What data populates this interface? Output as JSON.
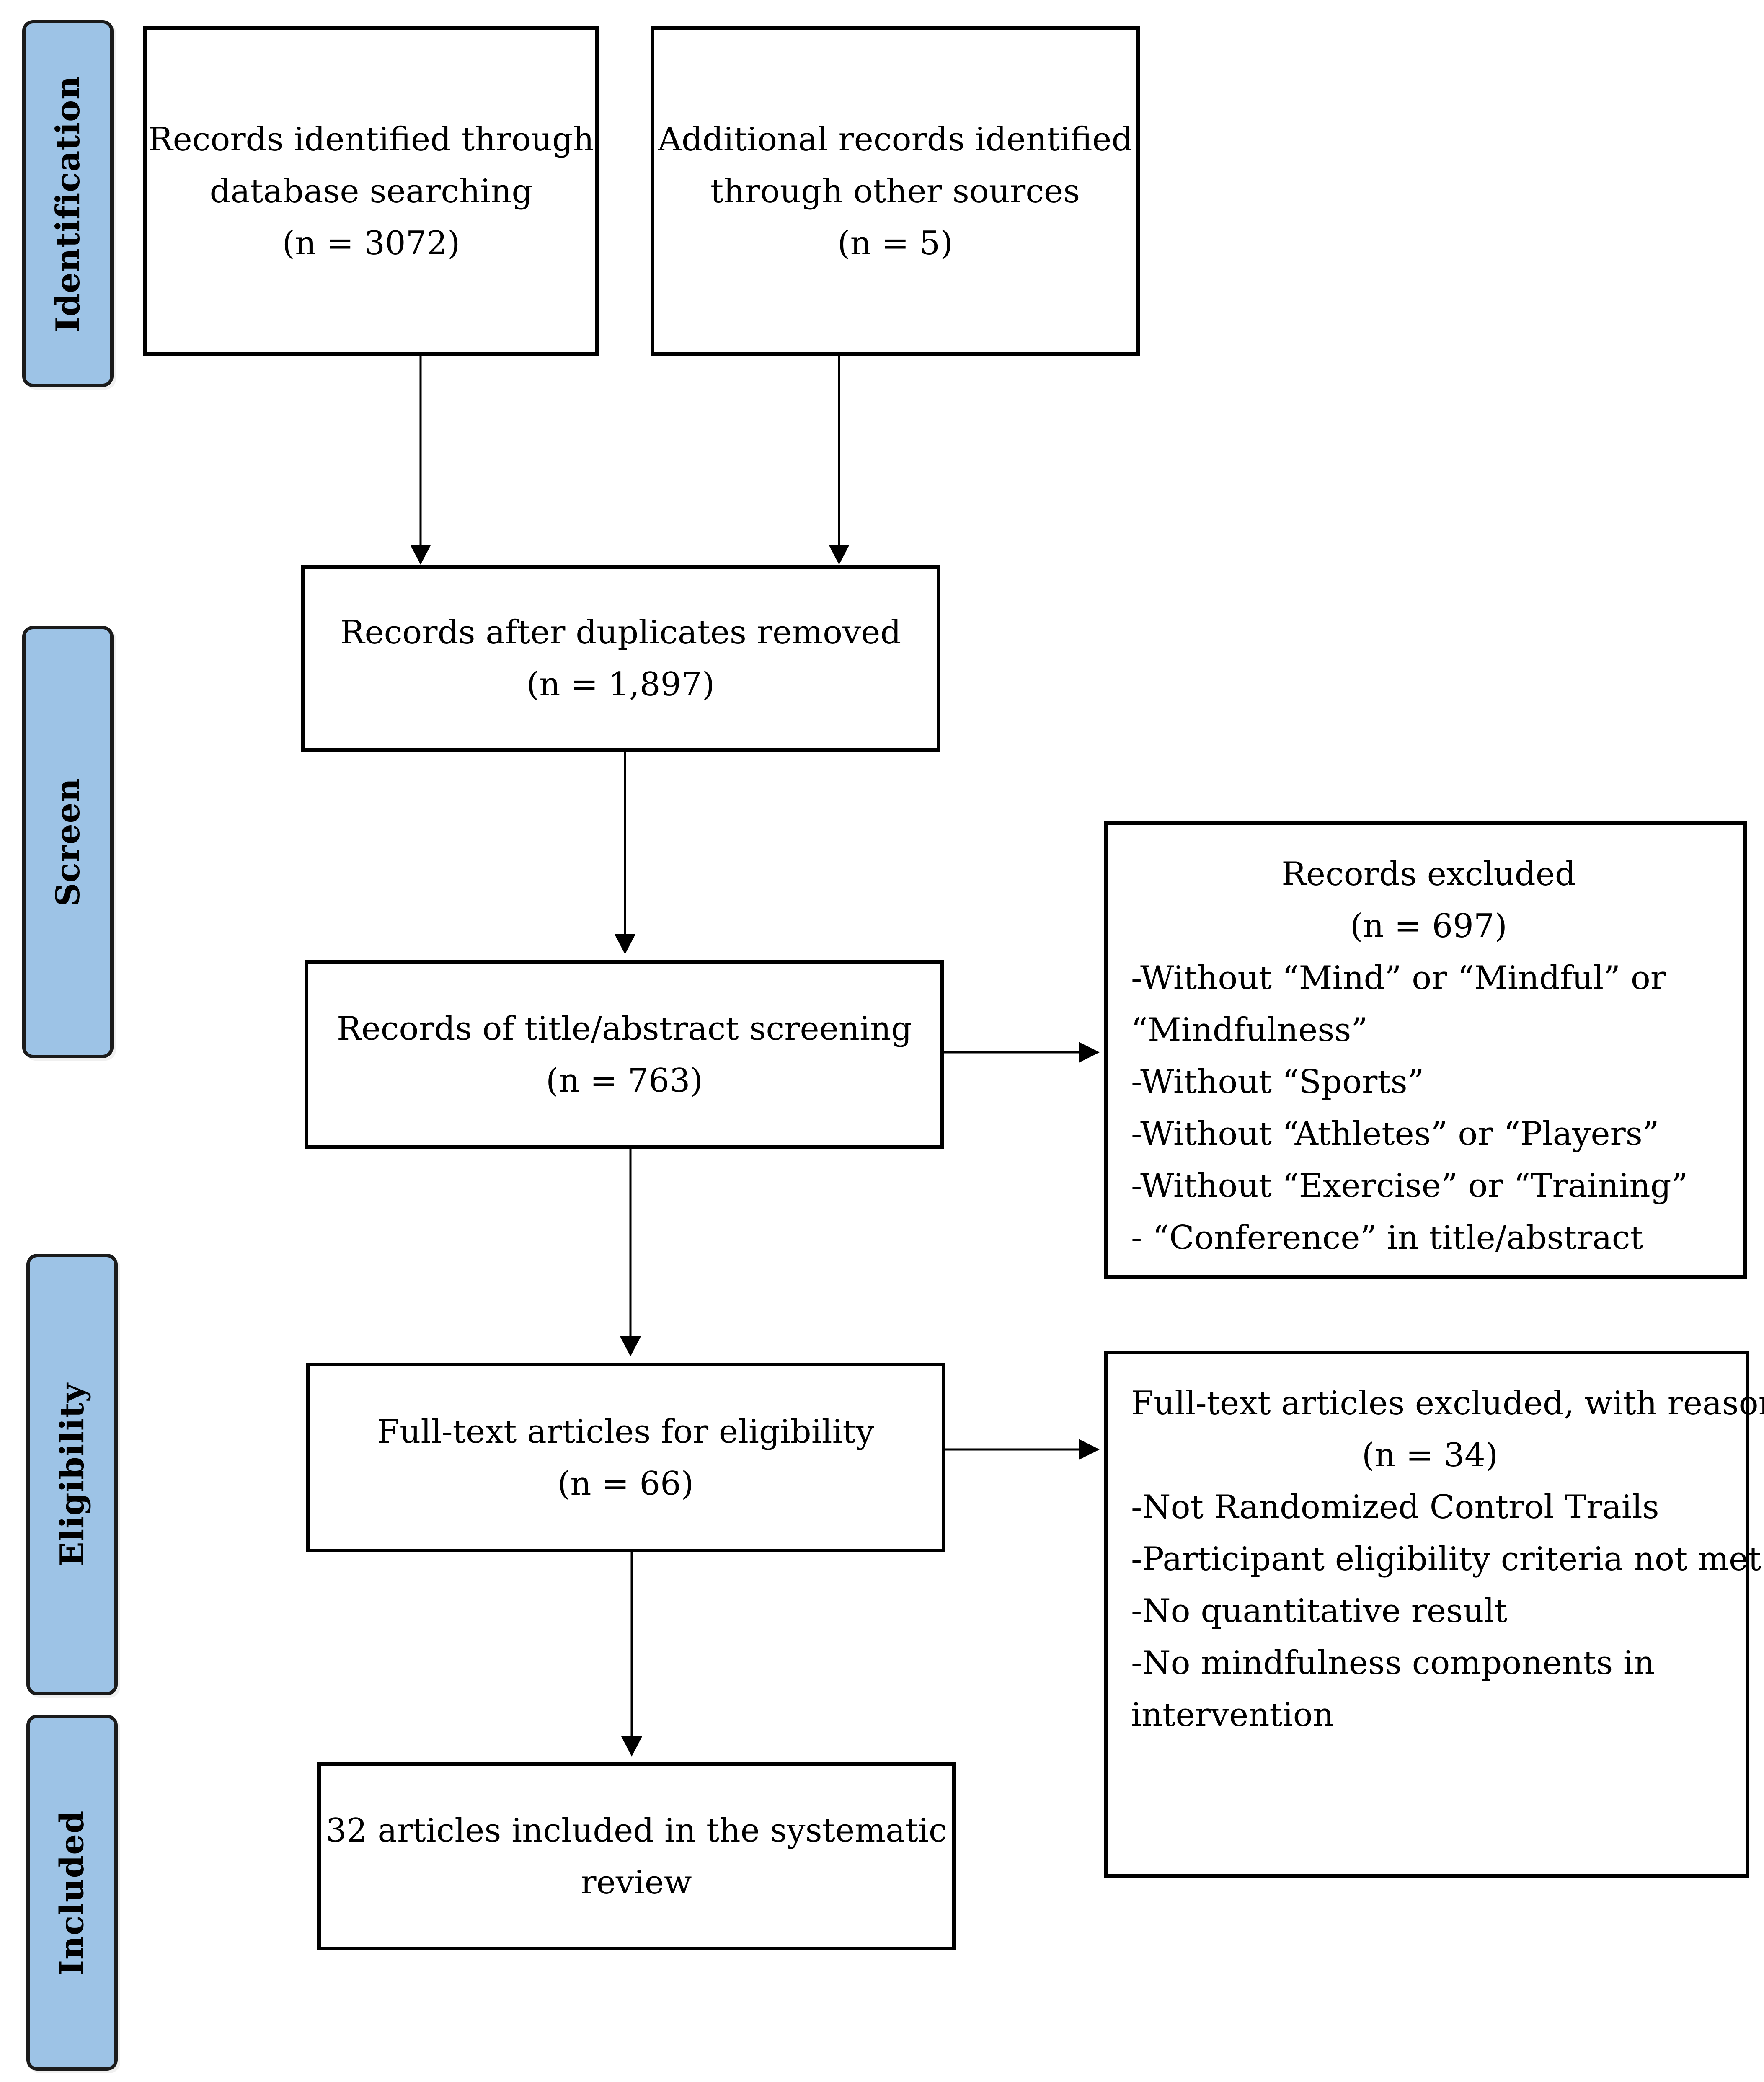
{
  "stages": {
    "identification": "Identification",
    "screen": "Screen",
    "eligibility": "Eligibility",
    "included": "Included"
  },
  "boxes": {
    "database": {
      "line1": "Records identified through",
      "line2": "database searching",
      "count": "(n = 3072)"
    },
    "other_sources": {
      "line1": "Additional records identified",
      "line2": "through other sources",
      "count": "(n = 5)"
    },
    "duplicates_removed": {
      "line1": "Records after duplicates removed",
      "count": "(n = 1,897)"
    },
    "title_abstract": {
      "line1": "Records of title/abstract screening",
      "count": "(n = 763)"
    },
    "full_text": {
      "line1": "Full-text articles for eligibility",
      "count": "(n = 66)"
    },
    "included": {
      "line1": "32 articles included in the systematic",
      "line2": "review"
    },
    "records_excluded": {
      "title": "Records excluded",
      "count": "(n = 697)",
      "reasons": [
        "-Without “Mind” or “Mindful” or",
        "“Mindfulness”",
        "-Without “Sports”",
        "-Without “Athletes” or “Players”",
        "-Without “Exercise” or “Training”",
        "- “Conference” in title/abstract"
      ]
    },
    "full_text_excluded": {
      "title": "Full-text articles excluded, with reasons",
      "count": "(n = 34)",
      "reasons": [
        "-Not Randomized Control Trails",
        "-Participant eligibility criteria not met",
        "-No quantitative result",
        "-No mindfulness components in",
        "intervention"
      ]
    }
  },
  "colors": {
    "stage_fill": "#9dc3e6",
    "stage_border": "#1b1b1b",
    "box_border": "#000000",
    "arrow": "#000000"
  }
}
